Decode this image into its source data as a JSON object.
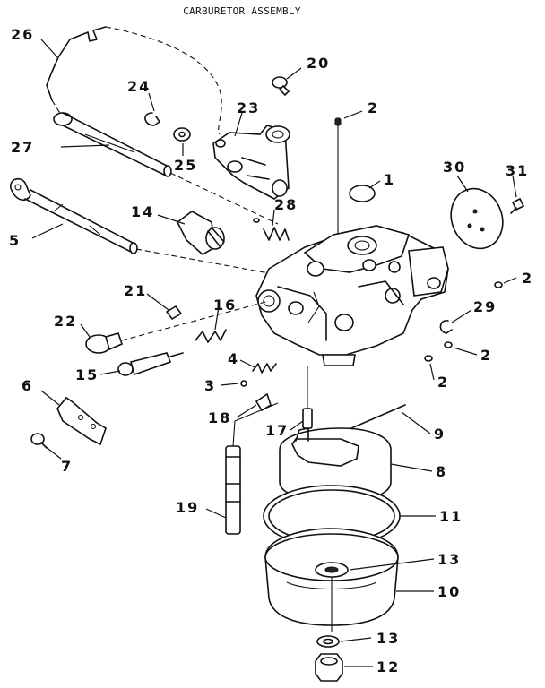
{
  "title": "CARBURETOR ASSEMBLY",
  "callouts": {
    "c1": "1",
    "c2a": "2",
    "c2b": "2",
    "c2c": "2",
    "c2d": "2",
    "c3": "3",
    "c4": "4",
    "c5": "5",
    "c6": "6",
    "c7": "7",
    "c8": "8",
    "c9": "9",
    "c10": "10",
    "c11": "11",
    "c12": "12",
    "c13a": "13",
    "c13b": "13",
    "c14": "14",
    "c15": "15",
    "c16": "16",
    "c17": "17",
    "c18": "18",
    "c19": "19",
    "c20": "20",
    "c21": "21",
    "c22": "22",
    "c23": "23",
    "c24": "24",
    "c25": "25",
    "c26": "26",
    "c27": "27",
    "c28": "28",
    "c29": "29",
    "c30": "30",
    "c31": "31"
  }
}
